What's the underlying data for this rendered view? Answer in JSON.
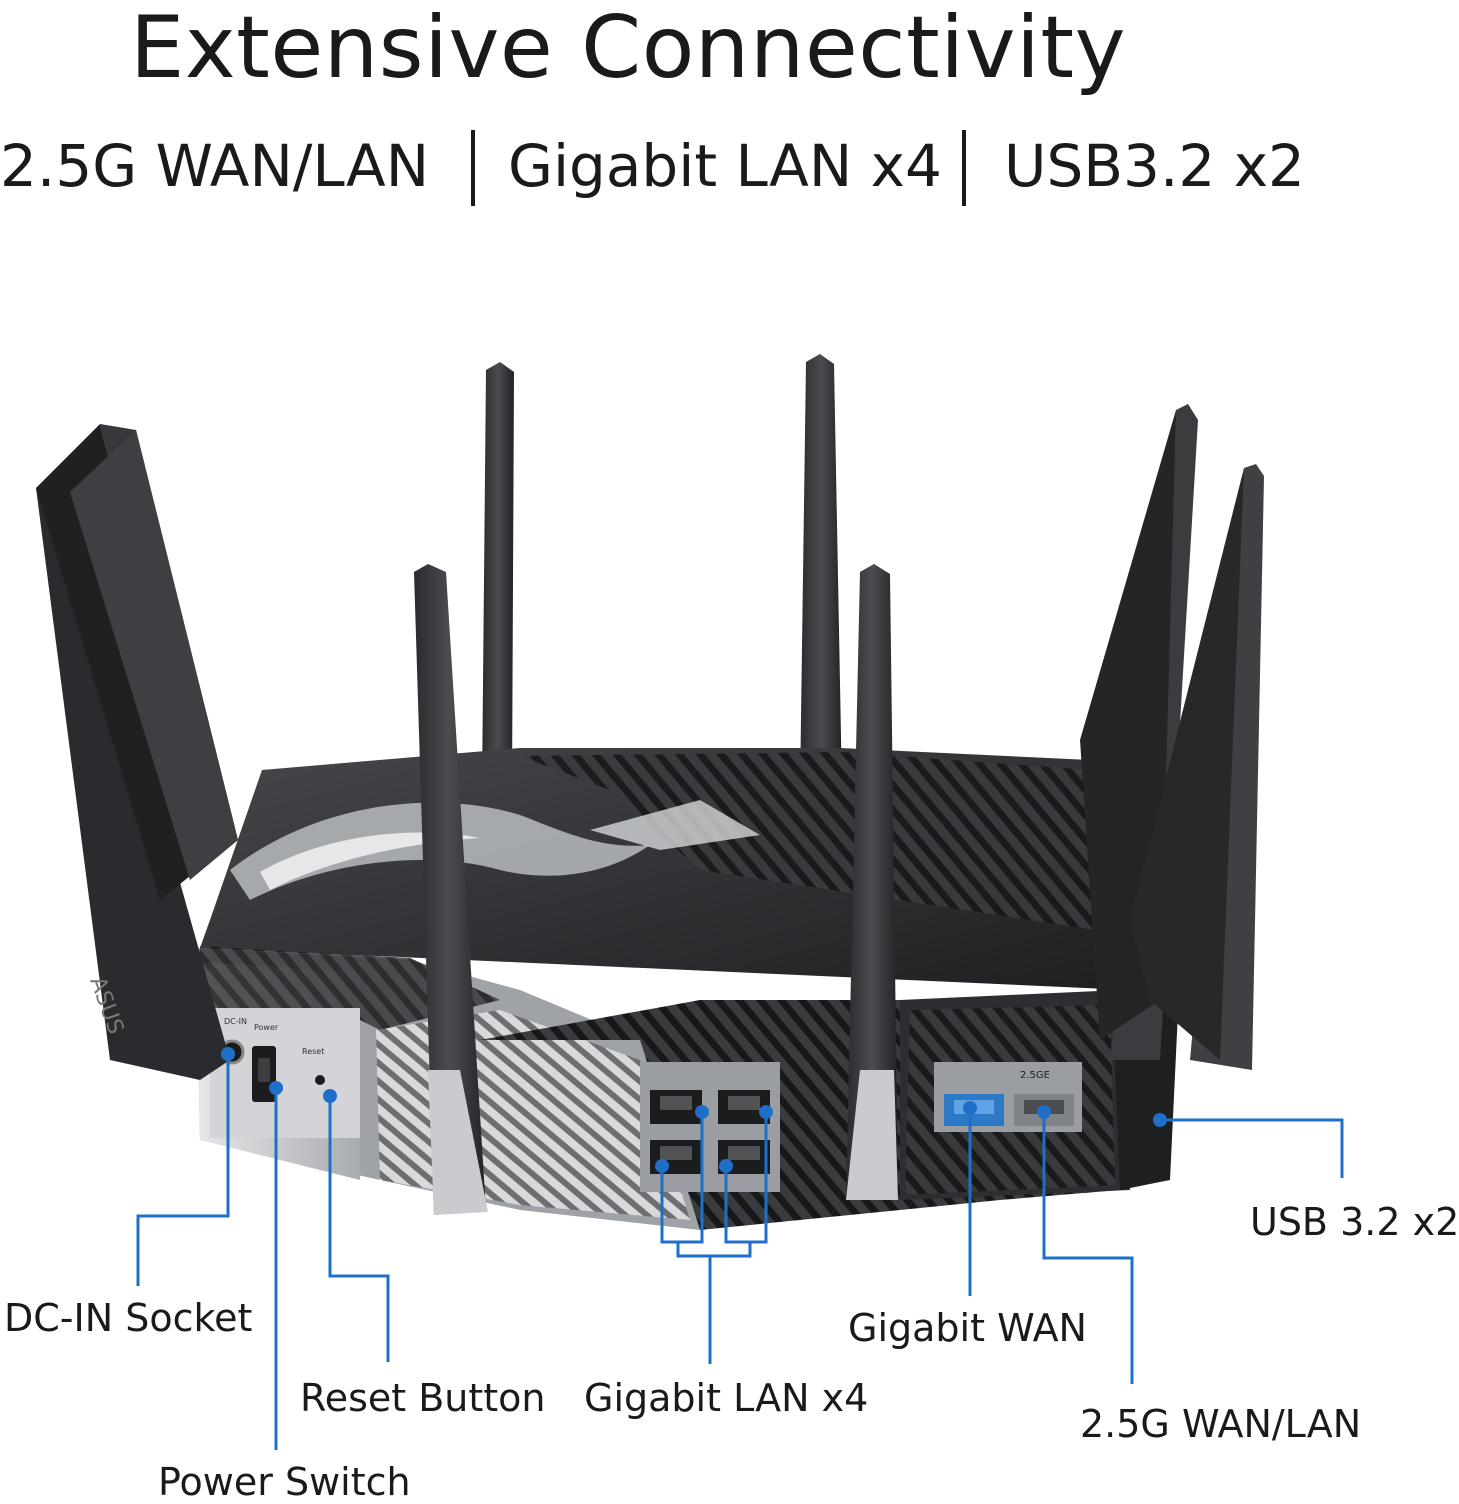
{
  "header": {
    "title": "Extensive Connectivity",
    "features": [
      "2.5G WAN/LAN",
      "Gigabit LAN x4",
      "USB3.2 x2"
    ]
  },
  "callouts": {
    "dc_in": "DC-IN Socket",
    "power_switch": "Power Switch",
    "reset_button": "Reset Button",
    "lan": "Gigabit LAN x4",
    "wan": "Gigabit WAN",
    "wan25": "2.5G WAN/LAN",
    "usb": "USB 3.2 x2"
  },
  "device_marks": {
    "brand": "ASUS",
    "dc_in": "DC-IN",
    "power": "Power",
    "reset": "Reset",
    "port_25g": "2.5GE"
  },
  "colors": {
    "callout": "#1f6fc8",
    "body": "#2b2c2e",
    "accent_silver": "#c4c7cb"
  }
}
